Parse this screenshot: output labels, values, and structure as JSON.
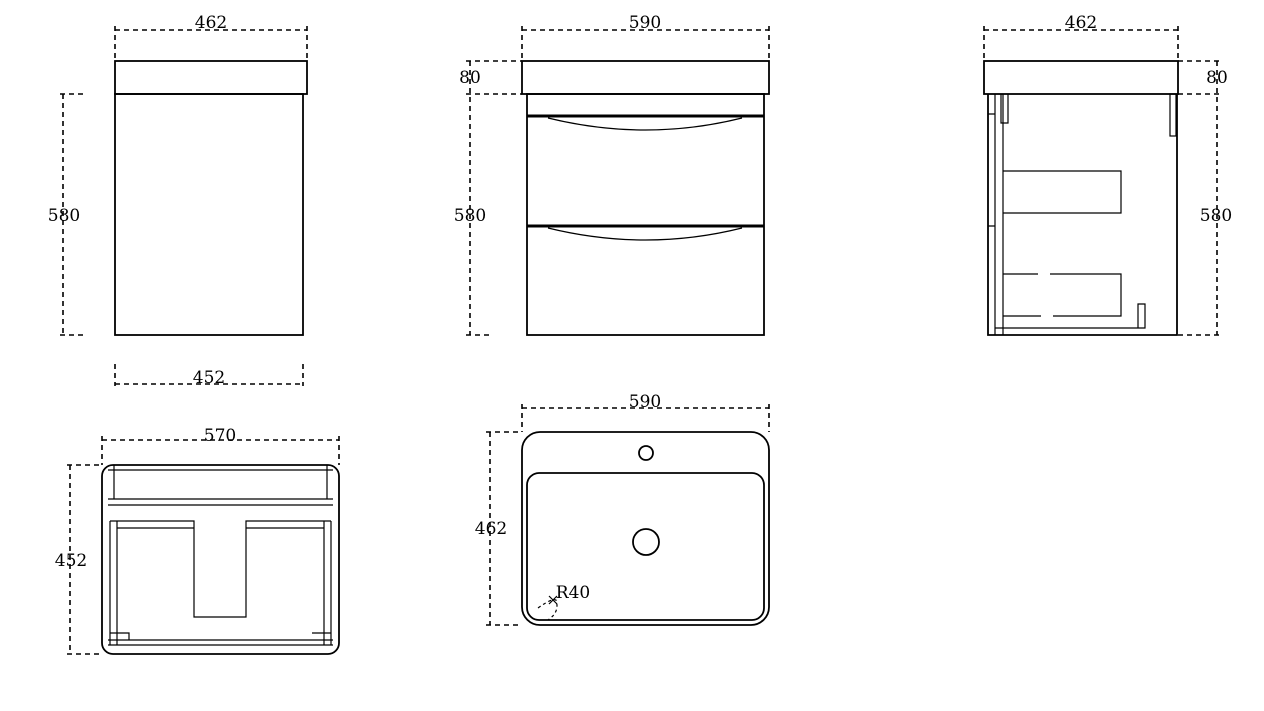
{
  "views": {
    "front_narrow": {
      "top_width": "462",
      "height": "580",
      "bottom_width": "452"
    },
    "front_drawers": {
      "top_width": "590",
      "top_thickness": "80",
      "height": "580"
    },
    "side_section": {
      "top_width": "462",
      "top_thickness": "80",
      "height": "580"
    },
    "plan_cabinet": {
      "width": "570",
      "depth": "452"
    },
    "basin_top": {
      "width": "590",
      "depth": "462",
      "corner_radius": "R40"
    }
  },
  "colors": {
    "line": "#000000",
    "background": "#ffffff"
  }
}
